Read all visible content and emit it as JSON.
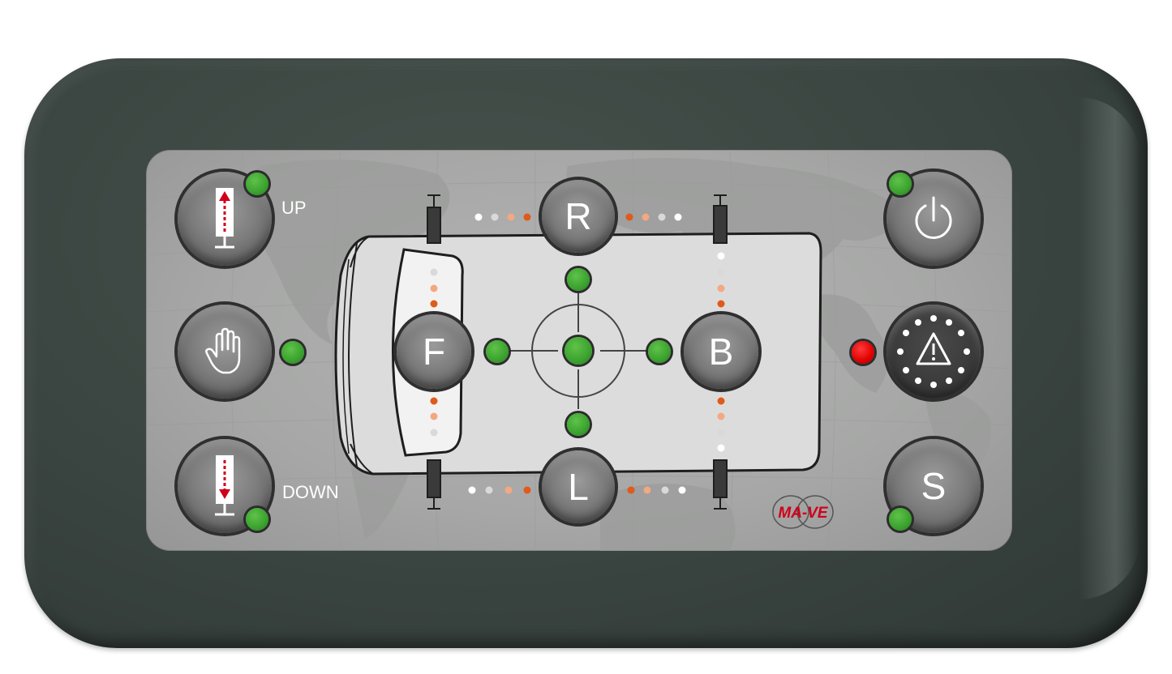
{
  "controls": {
    "up_label": "UP",
    "down_label": "DOWN",
    "right_label": "R",
    "left_label": "L",
    "front_label": "F",
    "back_label": "B",
    "standby_label": "S"
  },
  "brand": {
    "logo_text": "MA-VE"
  },
  "colors": {
    "bezel": "#3a4440",
    "panel": "#a6a7a6",
    "led_green": "#3aa22e",
    "led_red": "#e00000",
    "accent_orange": "#e05a1a",
    "brand_red": "#d0001a"
  },
  "icons": [
    "lift-up-icon",
    "hand-stop-icon",
    "lift-down-icon",
    "power-icon",
    "warning-icon"
  ]
}
